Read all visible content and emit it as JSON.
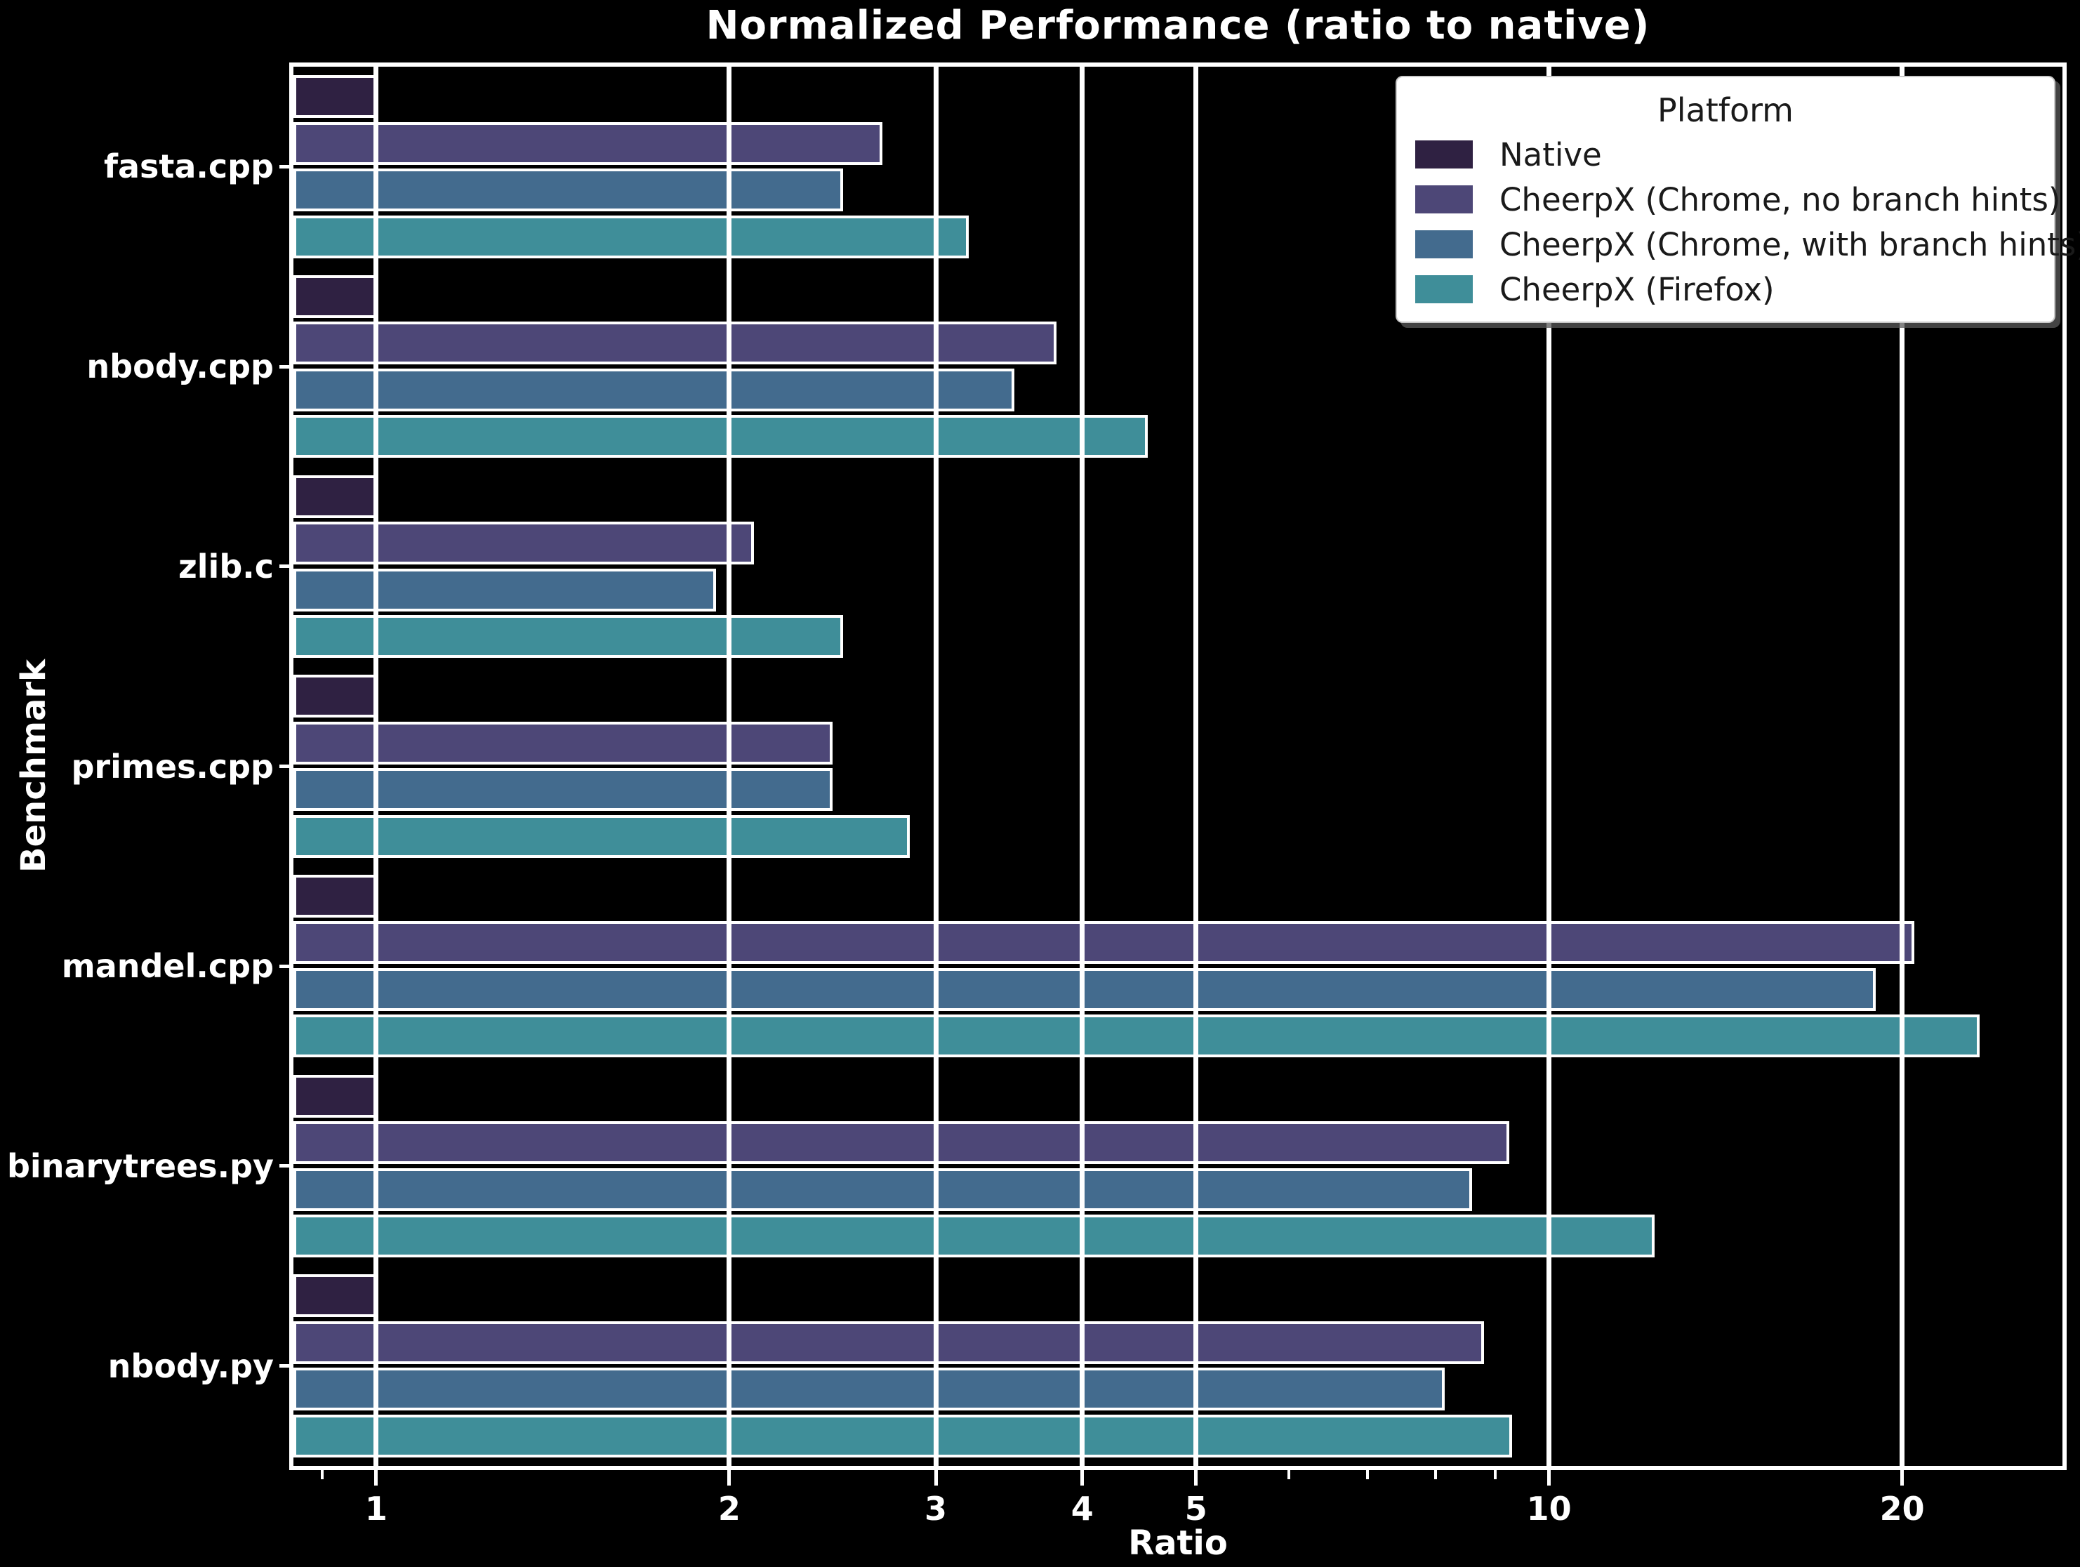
{
  "chart_data": {
    "type": "bar",
    "orientation": "horizontal",
    "title": "Normalized Performance (ratio to native)",
    "xlabel": "Ratio",
    "ylabel": "Benchmark",
    "x_scale": "log",
    "xlim": [
      0.85,
      27.4
    ],
    "x_major_ticks": [
      1,
      2,
      3,
      4,
      5,
      10,
      20
    ],
    "x_minor_ticks": [
      0.9,
      6,
      7,
      8,
      9
    ],
    "grid": "vertical white gridlines at major ticks on black background",
    "categories": [
      "fasta.cpp",
      "nbody.cpp",
      "zlib.c",
      "primes.cpp",
      "mandel.cpp",
      "binarytrees.py",
      "nbody.py"
    ],
    "series": [
      {
        "name": "Native",
        "color": "#2f2142",
        "values": [
          1.0,
          1.0,
          1.0,
          1.0,
          1.0,
          1.0,
          1.0
        ]
      },
      {
        "name": "CheerpX (Chrome, no branch hints)",
        "color": "#4d4777",
        "values": [
          2.7,
          3.8,
          2.1,
          2.45,
          20.5,
          9.25,
          8.8
        ]
      },
      {
        "name": "CheerpX (Chrome, with branch hints)",
        "color": "#436b8e",
        "values": [
          2.5,
          3.5,
          1.95,
          2.45,
          19.0,
          8.6,
          8.15
        ]
      },
      {
        "name": "CheerpX (Firefox)",
        "color": "#3f8e99",
        "values": [
          3.2,
          4.55,
          2.5,
          2.85,
          23.3,
          12.3,
          9.3
        ]
      }
    ],
    "legend": {
      "title": "Platform",
      "position": "upper right"
    }
  },
  "colors": {
    "background": "#000000",
    "foreground": "#ffffff",
    "legend_text": "#1a1a1a",
    "legend_background": "#ffffff"
  }
}
